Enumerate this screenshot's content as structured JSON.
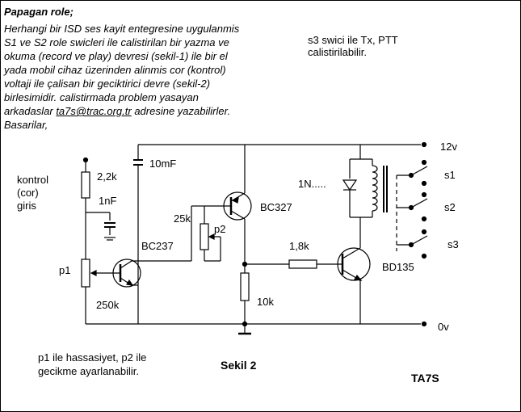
{
  "header": {
    "title": "Papagan role;",
    "lines": [
      "Herhangi bir ISD ses kayit entegresine uygulanmis",
      "S1 ve S2 role swicleri ile calistirilan bir yazma ve",
      "okuma (record ve play) devresi (sekil-1) ile bir el",
      "yada mobil cihaz üzerinden alinmis cor (kontrol)",
      "voltaji ile çalisan bir geciktirici devre (sekil-2)",
      "birlesimidir. calistirmada problem yasayan"
    ],
    "line7_prefix": "arkadaslar ",
    "email": "ta7s@trac.org.tr",
    "line7_suffix": " adresine yazabilirler.",
    "closing": "Basarilar,"
  },
  "note_s3": [
    "s3 swici ile Tx, PTT",
    "calistirilabilir."
  ],
  "labels": {
    "v12": "12v",
    "v0": "0v",
    "c1": "10mF",
    "r1": "2,2k",
    "c2": "1nF",
    "input": [
      "kontrol",
      "(cor)",
      "giris"
    ],
    "p1": "p1",
    "p1_value": "250k",
    "q1": "BC237",
    "q2": "BC327",
    "p2": "p2",
    "p2_value": "25k",
    "r_base": "1,8k",
    "r_emitter": "10k",
    "q3": "BD135",
    "diode": "1N.....",
    "s1": "s1",
    "s2": "s2",
    "s3": "s3"
  },
  "footer": {
    "note": [
      "p1 ile hassasiyet, p2 ile",
      "gecikme ayarlanabilir."
    ],
    "figure": "Sekil 2",
    "callsign": "TA7S"
  }
}
